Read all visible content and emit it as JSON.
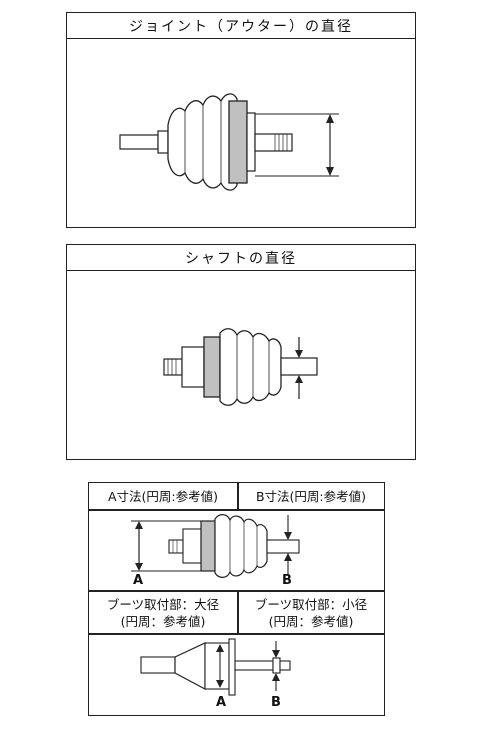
{
  "panel1": {
    "title": "ジョイント（アウター）の直径"
  },
  "panel2": {
    "title": "シャフトの直径"
  },
  "table": {
    "header_a": "A寸法(円周:参考値)",
    "header_b": "B寸法(円周:参考値)",
    "label_a": "A",
    "label_b": "B",
    "boot_large_line1": "ブーツ取付部：大径",
    "boot_large_line2": "(円周：参考値)",
    "boot_small_line1": "ブーツ取付部：小径",
    "boot_small_line2": "(円周：参考値)",
    "label_a2": "A",
    "label_b2": "B"
  },
  "colors": {
    "outline": "#222222",
    "boot_gray": "#bdbdbd",
    "boot_light": "#ffffff"
  }
}
